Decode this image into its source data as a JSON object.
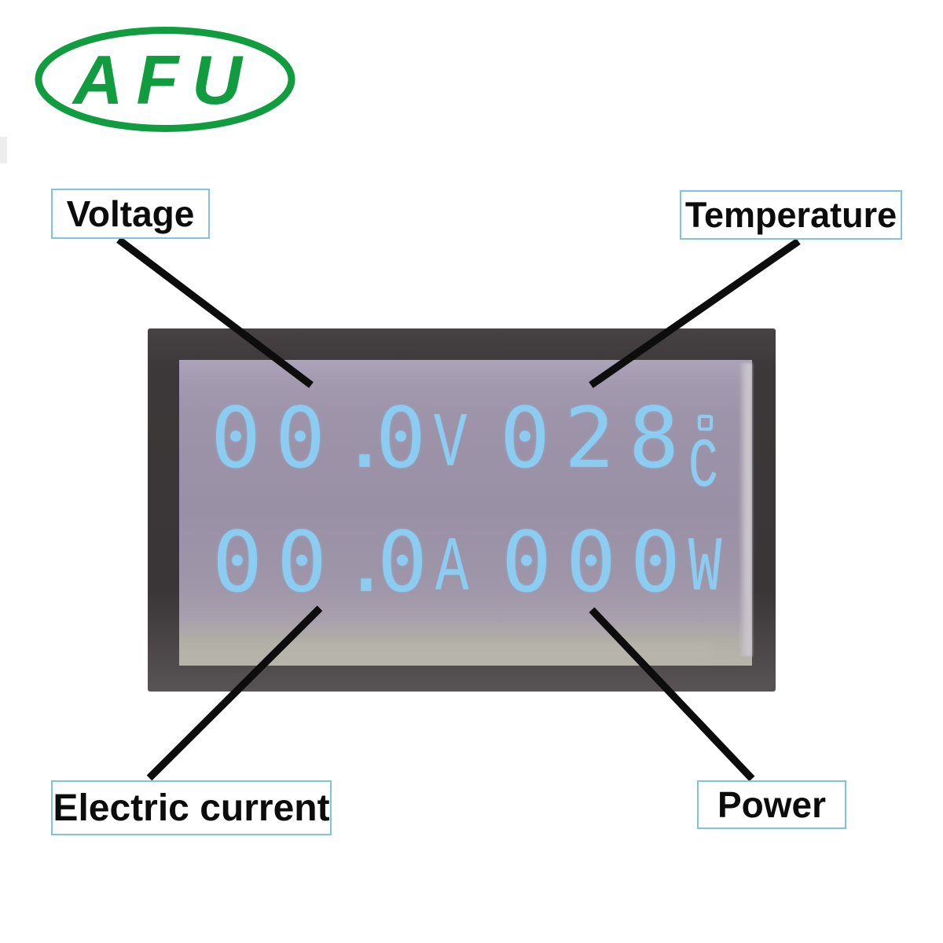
{
  "logo": {
    "text": "AFU"
  },
  "annotations": {
    "voltage": "Voltage",
    "temperature": "Temperature",
    "electric_current": "Electric current",
    "power": "Power"
  },
  "lcd": {
    "voltage_value": "00.0",
    "voltage_unit": "V",
    "temperature_value": "028",
    "temperature_degree": "°",
    "temperature_unit": "C",
    "current_value": "00.0",
    "current_unit": "A",
    "power_value": "000",
    "power_unit": "W"
  },
  "colors": {
    "logo_green": "#119c40",
    "label_border_blue": "#7fc3df",
    "label_text": "#0c0c0c",
    "lcd_digit_blue": "#8bccf0",
    "lcd_background": "#9b91a7",
    "bezel_dark": "#3b3738",
    "annotation_line": "#0d0d0d"
  }
}
